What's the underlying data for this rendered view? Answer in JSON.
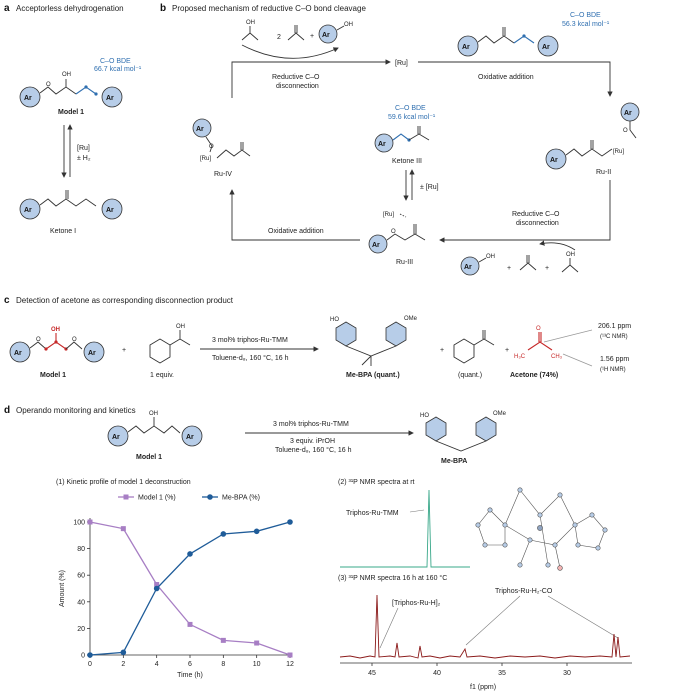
{
  "panel_a": {
    "letter": "a",
    "title": "Acceptorless dehydrogenation",
    "bde_label": "C–O BDE",
    "bde_value": "66.7 kcal mol⁻¹",
    "model_label": "Model 1",
    "catalyst": "[Ru]",
    "h2": "± H₂",
    "ketone_label": "Ketone I",
    "oh": "OH",
    "o": "O",
    "ar": "Ar"
  },
  "panel_b": {
    "letter": "b",
    "title": "Proposed mechanism of reductive C–O bond cleavage",
    "top_reagent_count": "2",
    "plus": "+",
    "reductive_top_1": "Reductive C–O",
    "reductive_top_2": "disconnection",
    "ru_center": "[Ru]",
    "oxidative_top": "Oxidative addition",
    "bde_top_label": "C–O BDE",
    "bde_top_value": "56.3 kcal mol⁻¹",
    "ru_ii": "Ru-II",
    "ru_iv": "Ru-IV",
    "bde_mid_label": "C–O BDE",
    "bde_mid_value": "59.6 kcal mol⁻¹",
    "ketone_iii": "Ketone III",
    "ru_pm": "± [Ru]",
    "ru_iii": "Ru-III",
    "oxidative_bottom": "Oxidative addition",
    "reductive_bottom_1": "Reductive C–O",
    "reductive_bottom_2": "disconnection"
  },
  "panel_c": {
    "letter": "c",
    "title": "Detection of acetone as corresponding disconnection product",
    "model_label": "Model 1",
    "equiv": "1 equiv.",
    "conditions_1": "3 mol% triphos-Ru-TMM",
    "conditions_2": "Toluene-d₈, 160 °C, 16 h",
    "mebpa": "Me-BPA (quant.)",
    "quant": "(quant.)",
    "acetone": "Acetone (74%)",
    "c13_ppm": "206.1 ppm",
    "c13_nmr": "(¹³C NMR)",
    "h1_ppm": "1.56 ppm",
    "h1_nmr": "(¹H NMR)",
    "ome": "OMe",
    "ho": "HO",
    "h3c": "H₃C",
    "ch3": "CH₃"
  },
  "panel_d": {
    "letter": "d",
    "title": "Operando monitoring and kinetics",
    "model_label": "Model 1",
    "conditions_1": "3 mol% triphos-Ru-TMM",
    "conditions_2": "3 equiv. iPrOH",
    "conditions_3": "Toluene-d₈, 160 °C, 16 h",
    "product": "Me-BPA",
    "kinetic_title": "(1) Kinetic profile of model 1 deconstruction",
    "nmr_rt_title": "(2) ³¹P NMR spectra at rt",
    "nmr_rt_label": "Triphos-Ru-TMM",
    "nmr_hot_title": "(3) ³¹P NMR spectra 16 h at 160 °C",
    "hydride_label": "[Triphos-Ru-H]₂",
    "co_label": "Triphos-Ru-H₂-CO",
    "f1_label": "f1 (ppm)",
    "f1_ticks": [
      "45",
      "40",
      "35",
      "30"
    ]
  },
  "chart_data": {
    "type": "line",
    "title": "",
    "xlabel": "Time (h)",
    "ylabel": "Amount (%)",
    "x": [
      0,
      2,
      4,
      6,
      8,
      10,
      12
    ],
    "xlim": [
      0,
      12
    ],
    "ylim": [
      0,
      100
    ],
    "xticks": [
      0,
      2,
      4,
      6,
      8,
      10,
      12
    ],
    "yticks": [
      0,
      20,
      40,
      60,
      80,
      100
    ],
    "grid": false,
    "legend": "top",
    "series": [
      {
        "name": "Model 1 (%)",
        "values": [
          100,
          95,
          53,
          23,
          11,
          9,
          0
        ],
        "color": "#a77ec4"
      },
      {
        "name": "Me-BPA (%)",
        "values": [
          0,
          2,
          50,
          76,
          91,
          93,
          100
        ],
        "color": "#1f5c99"
      }
    ]
  }
}
